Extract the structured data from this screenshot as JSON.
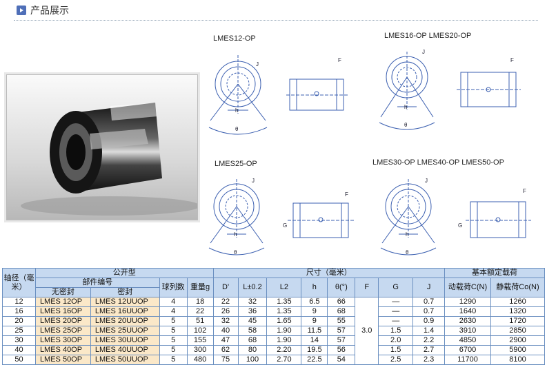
{
  "header": {
    "title": "产品展示"
  },
  "diagram_labels": {
    "d1": "LMES12-OP",
    "d2": "LMES16-OP  LMES20-OP",
    "d3": "LMES25-OP",
    "d4": "LMES30-OP  LMES40-OP  LMES50-OP"
  },
  "table": {
    "h_shaft": "轴径（毫米）",
    "h_public": "公开型",
    "h_dim": "尺寸（毫米）",
    "h_load": "基本额定载荷",
    "h_partno": "部件编号",
    "h_unsealed": "无密封",
    "h_sealed": "密封",
    "h_balls": "球列数",
    "h_weight": "重量g",
    "h_D": "D'",
    "h_L": "L±0.2",
    "h_L2": "L2",
    "h_h": "h",
    "h_theta": "θ(°)",
    "h_F": "F",
    "h_G": "G",
    "h_J": "J",
    "h_dyn": "动载荷C(N)",
    "h_sta": "静载荷Co(N)",
    "F_value": "3.0",
    "rows": [
      {
        "shaft": "12",
        "op": "LMES 12OP",
        "uuop": "LMES 12UUOP",
        "balls": "4",
        "weight": "18",
        "D": "22",
        "L": "32",
        "L2": "1.35",
        "h": "6.5",
        "theta": "66",
        "G": "—",
        "J": "0.7",
        "C": "1290",
        "Co": "1260"
      },
      {
        "shaft": "16",
        "op": "LMES 16OP",
        "uuop": "LMES 16UUOP",
        "balls": "4",
        "weight": "22",
        "D": "26",
        "L": "36",
        "L2": "1.35",
        "h": "9",
        "theta": "68",
        "G": "—",
        "J": "0.7",
        "C": "1640",
        "Co": "1320"
      },
      {
        "shaft": "20",
        "op": "LMES 20OP",
        "uuop": "LMES 20UUOP",
        "balls": "5",
        "weight": "51",
        "D": "32",
        "L": "45",
        "L2": "1.65",
        "h": "9",
        "theta": "55",
        "G": "—",
        "J": "0.9",
        "C": "2630",
        "Co": "1720"
      },
      {
        "shaft": "25",
        "op": "LMES 25OP",
        "uuop": "LMES 25UUOP",
        "balls": "5",
        "weight": "102",
        "D": "40",
        "L": "58",
        "L2": "1.90",
        "h": "11.5",
        "theta": "57",
        "G": "1.5",
        "J": "1.4",
        "C": "3910",
        "Co": "2850"
      },
      {
        "shaft": "30",
        "op": "LMES 30OP",
        "uuop": "LMES 30UUOP",
        "balls": "5",
        "weight": "155",
        "D": "47",
        "L": "68",
        "L2": "1.90",
        "h": "14",
        "theta": "57",
        "G": "2.0",
        "J": "2.2",
        "C": "4850",
        "Co": "2900"
      },
      {
        "shaft": "40",
        "op": "LMES 40OP",
        "uuop": "LMES 40UUOP",
        "balls": "5",
        "weight": "300",
        "D": "62",
        "L": "80",
        "L2": "2.20",
        "h": "19.5",
        "theta": "56",
        "G": "1.5",
        "J": "2.7",
        "C": "6700",
        "Co": "5900"
      },
      {
        "shaft": "50",
        "op": "LMES 50OP",
        "uuop": "LMES 50UUOP",
        "balls": "5",
        "weight": "480",
        "D": "75",
        "L": "100",
        "L2": "2.70",
        "h": "22.5",
        "theta": "54",
        "G": "2.5",
        "J": "2.3",
        "C": "11700",
        "Co": "8100"
      }
    ]
  }
}
